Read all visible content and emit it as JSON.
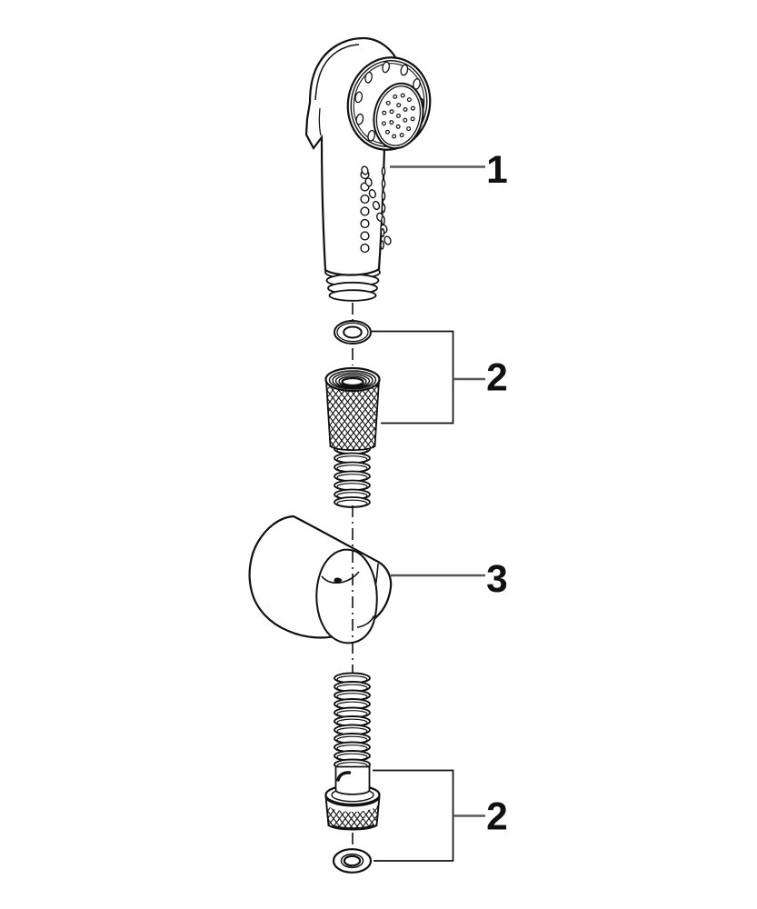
{
  "figure": {
    "type": "exploded-parts-diagram",
    "background_color": "#ffffff",
    "line_color": "#111111",
    "leader_line_color": "#58585a",
    "callouts": [
      {
        "label": "1",
        "part": "hand-shower"
      },
      {
        "label": "2",
        "part": "sealing-washer-and-coupling-nut"
      },
      {
        "label": "3",
        "part": "wall-holder"
      },
      {
        "label": "2",
        "part": "hose-coupling-nut-and-sealing-washer"
      }
    ]
  }
}
